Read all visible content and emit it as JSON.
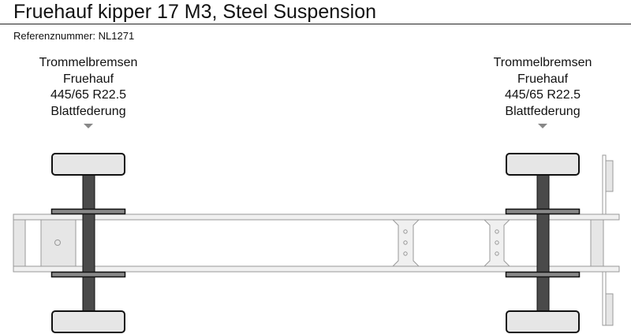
{
  "header": {
    "title": "Fruehauf kipper 17 M3, Steel Suspension",
    "reference": "Referenznummer: NL1271"
  },
  "axles": [
    {
      "brakes": "Trommelbremsen",
      "brand": "Fruehauf",
      "tyres": "445/65 R22.5",
      "suspension": "Blattfederung"
    },
    {
      "brakes": "Trommelbremsen",
      "brand": "Fruehauf",
      "tyres": "445/65 R22.5",
      "suspension": "Blattfederung"
    }
  ],
  "colors": {
    "frame": "#f0f0f0",
    "frame_stroke": "#999999",
    "axle": "#4a4a4a",
    "wheel": "#e6e6e6",
    "arrow": "#888888"
  }
}
